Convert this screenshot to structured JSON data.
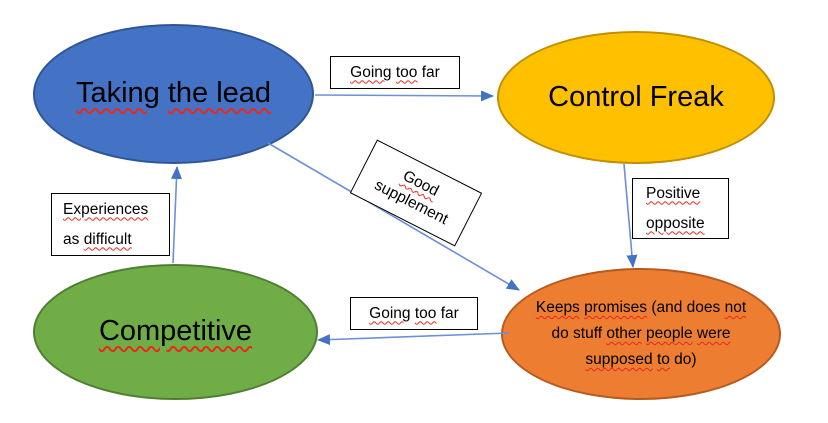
{
  "colors": {
    "canvas_bg": "#ffffff",
    "blue_fill": "#4472C4",
    "blue_border": "#2F5597",
    "yellow_fill": "#FFC000",
    "yellow_border": "#BF9000",
    "green_fill": "#70AD47",
    "green_border": "#507E32",
    "orange_fill": "#ED7D31",
    "orange_border": "#B55B1F",
    "arrow_line": "#6D8FD8",
    "arrow_head": "#4472C4",
    "label_bg": "#ffffff",
    "label_border": "#000000",
    "text": "#000000",
    "spellcheck": "#E8291D"
  },
  "nodes": {
    "taking_the_lead": {
      "text": "Taking the lead",
      "segments": [
        {
          "t": "Taking",
          "sq": true
        },
        {
          "t": " ",
          "sq": false
        },
        {
          "t": "the lead",
          "sq": true
        }
      ]
    },
    "control_freak": {
      "text": "Control Freak"
    },
    "competitive": {
      "text": "Competitive",
      "segments": [
        {
          "t": "Competitive",
          "sq": true
        }
      ]
    },
    "keeps_promises": {
      "text": "Keeps promises (and does not do stuff other people were supposed to do)",
      "line1": [
        {
          "t": "Keeps",
          "sq": true
        },
        {
          "t": " ",
          "sq": false
        },
        {
          "t": "promises",
          "sq": true
        },
        {
          "t": " (and does ",
          "sq": false
        },
        {
          "t": "not",
          "sq": true
        }
      ],
      "line2": [
        {
          "t": "do stuff ",
          "sq": false
        },
        {
          "t": "other",
          "sq": true
        },
        {
          "t": " ",
          "sq": false
        },
        {
          "t": "people",
          "sq": true
        },
        {
          "t": " ",
          "sq": false
        },
        {
          "t": "were",
          "sq": true
        }
      ],
      "line3": [
        {
          "t": "supposed",
          "sq": true
        },
        {
          "t": " ",
          "sq": false
        },
        {
          "t": "to",
          "sq": true
        },
        {
          "t": " do)",
          "sq": false
        }
      ]
    }
  },
  "labels": {
    "going_too_far_top": {
      "text": "Going too far",
      "segments": [
        {
          "t": "Going",
          "sq": true
        },
        {
          "t": " ",
          "sq": false
        },
        {
          "t": "too",
          "sq": true
        },
        {
          "t": " far",
          "sq": false
        }
      ]
    },
    "good_supplement": {
      "text": "Good supplement",
      "line1": [
        {
          "t": "Good",
          "sq": true
        }
      ],
      "line2": [
        {
          "t": "supplement",
          "sq": false
        }
      ]
    },
    "positive_opposite": {
      "text": "Positive opposite",
      "line1": [
        {
          "t": "Positive",
          "sq": true
        }
      ],
      "line2": [
        {
          "t": "opposite",
          "sq": true
        }
      ]
    },
    "experiences_as_difficult": {
      "text": "Experiences as difficult",
      "line1": [
        {
          "t": "Experiences",
          "sq": true
        }
      ],
      "line2": [
        {
          "t": "as ",
          "sq": false
        },
        {
          "t": "difficult",
          "sq": true
        }
      ]
    },
    "going_too_far_bottom": {
      "text": "Going too far",
      "segments": [
        {
          "t": "Going",
          "sq": true
        },
        {
          "t": " ",
          "sq": false
        },
        {
          "t": "too",
          "sq": true
        },
        {
          "t": " far",
          "sq": false
        }
      ]
    }
  },
  "arrows": [
    {
      "from": "taking_the_lead",
      "to": "control_freak",
      "label": "Going too far"
    },
    {
      "from": "control_freak",
      "to": "keeps_promises",
      "label": "Positive opposite"
    },
    {
      "from": "keeps_promises",
      "to": "competitive",
      "label": "Going too far"
    },
    {
      "from": "competitive",
      "to": "taking_the_lead",
      "label": "Experiences as difficult"
    },
    {
      "from": "taking_the_lead",
      "to": "keeps_promises",
      "label": "Good supplement"
    }
  ]
}
